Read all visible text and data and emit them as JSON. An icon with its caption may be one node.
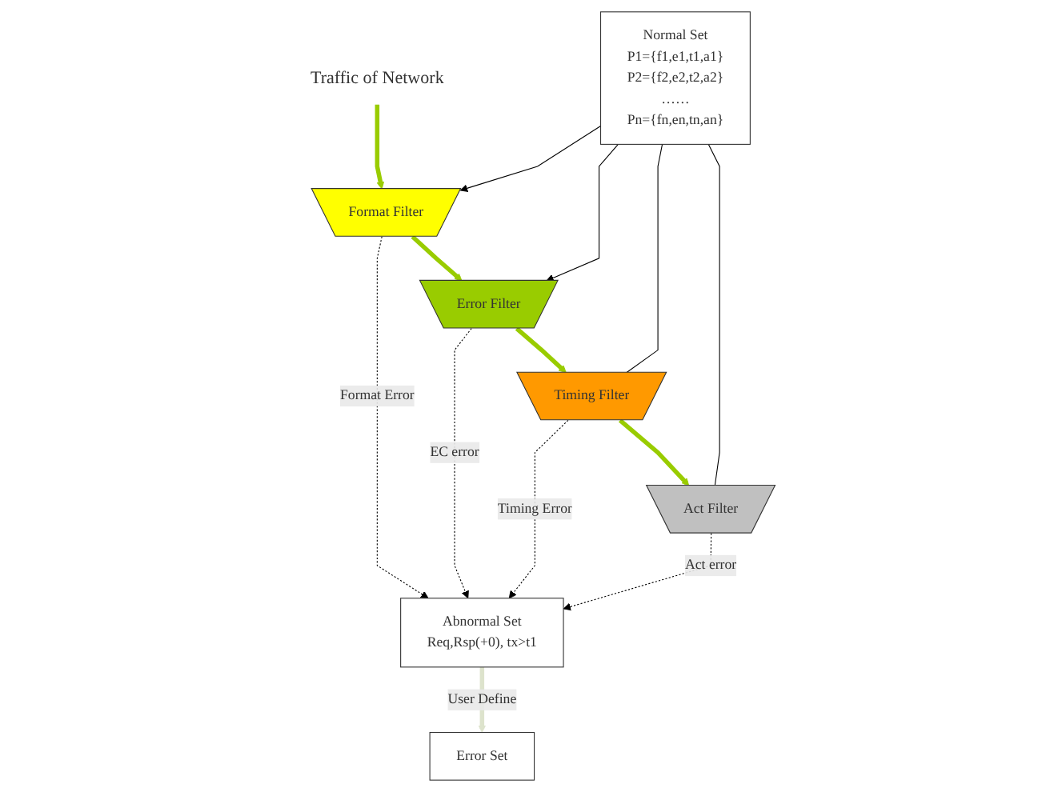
{
  "diagram": {
    "nodes": [
      {
        "text": [
          "Traffic of Network"
        ]
      },
      {
        "text": [
          "Format Filter"
        ]
      },
      {
        "text": [
          "Error Filter"
        ]
      },
      {
        "text": [
          "Timing Filter"
        ]
      },
      {
        "text": [
          "Act Filter"
        ]
      },
      {
        "text": [
          "Normal Set",
          "P1={f1,e1,t1,a1}",
          "P2={f2,e2,t2,a2}",
          "……",
          "Pn={fn,en,tn,an}"
        ]
      },
      {
        "text": [
          "Abnormal Set",
          "Req,Rsp(+0), tx>t1"
        ]
      },
      {
        "text": [
          "Error Set"
        ]
      }
    ],
    "edges": [
      {
        "from": 0,
        "to": 1,
        "arrow": "to",
        "style": "thick",
        "color": "#99cc00"
      },
      {
        "from": 1,
        "to": 2,
        "arrow": "to",
        "style": "thick",
        "color": "#99cc00"
      },
      {
        "from": 2,
        "to": 3,
        "arrow": "to",
        "style": "thick",
        "color": "#99cc00"
      },
      {
        "from": 3,
        "to": 4,
        "arrow": "to",
        "style": "thick",
        "color": "#99cc00"
      },
      {
        "from": 5,
        "to": 1,
        "arrow": "to"
      },
      {
        "from": 5,
        "to": 2,
        "arrow": "to"
      },
      {
        "from": 5,
        "to": 3,
        "arrow": "none"
      },
      {
        "from": 5,
        "to": 4,
        "arrow": "none"
      },
      {
        "from": 1,
        "to": 6,
        "arrow": "to",
        "style": "dashed",
        "label": "Format Error"
      },
      {
        "from": 2,
        "to": 6,
        "arrow": "to",
        "style": "dashed",
        "label": "EC error"
      },
      {
        "from": 3,
        "to": 6,
        "arrow": "to",
        "style": "dashed",
        "label": "Timing Error"
      },
      {
        "from": 4,
        "to": 6,
        "arrow": "to",
        "style": "dashed",
        "label": "Act error"
      },
      {
        "from": 6,
        "to": 7,
        "arrow": "to",
        "style": "thick",
        "color": "#dde3cc",
        "label": "User Define"
      }
    ]
  }
}
